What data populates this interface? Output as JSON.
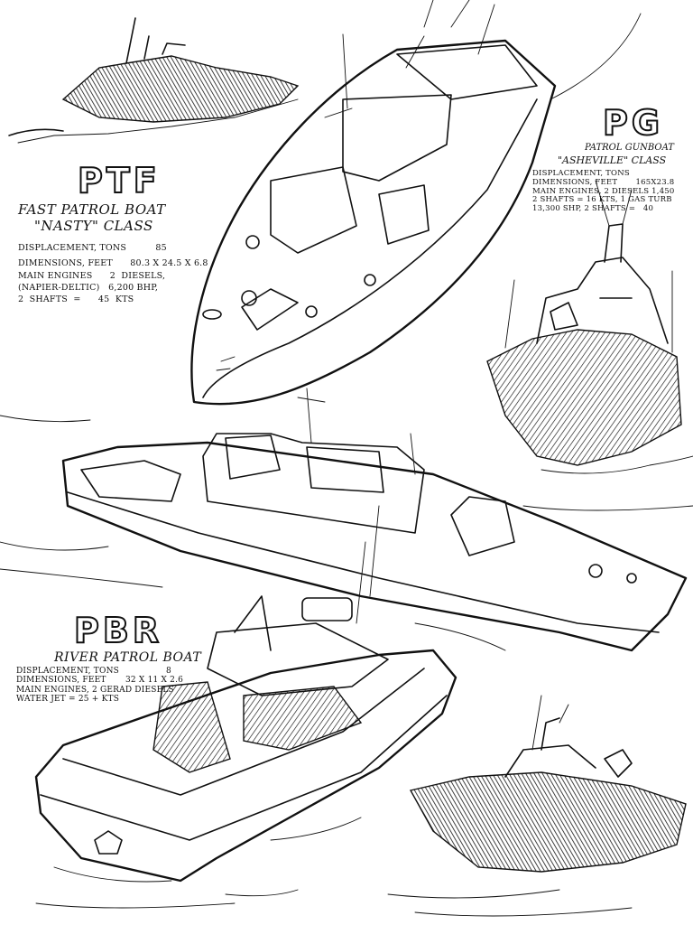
{
  "ptf": {
    "title": "PTF",
    "subtitle_1": "FAST PATROL BOAT",
    "subtitle_2": "\"NASTY\" CLASS",
    "specs": [
      "DISPLACEMENT, TONS          85",
      "DIMENSIONS, FEET      80.3 X 24.5 X 6.8",
      "MAIN ENGINES      2  DIESELS,",
      "(NAPIER-DELTIC)   6,200 BHP,",
      "2  SHAFTS  =      45  KTS"
    ]
  },
  "pg": {
    "title": "PG",
    "subtitle_1": "PATROL GUNBOAT",
    "subtitle_2": "\"ASHEVILLE\" CLASS",
    "specs": [
      "DISPLACEMENT, TONS",
      "DIMENSIONS, FEET       165X23.8",
      "MAIN ENGINES, 2 DIESELS 1,450",
      "2 SHAFTS = 16 KTS, 1 GAS TURB",
      "13,300 SHP, 2 SHAFTS =   40"
    ]
  },
  "pbr": {
    "title": "PBR",
    "subtitle_1": "RIVER  PATROL BOAT",
    "specs": [
      "DISPLACEMENT, TONS                 8",
      "DIMENSIONS, FEET       32 X 11 X 2.6",
      "MAIN ENGINES, 2 GERAD DIESELS",
      "WATER JET = 25 + KTS"
    ]
  }
}
